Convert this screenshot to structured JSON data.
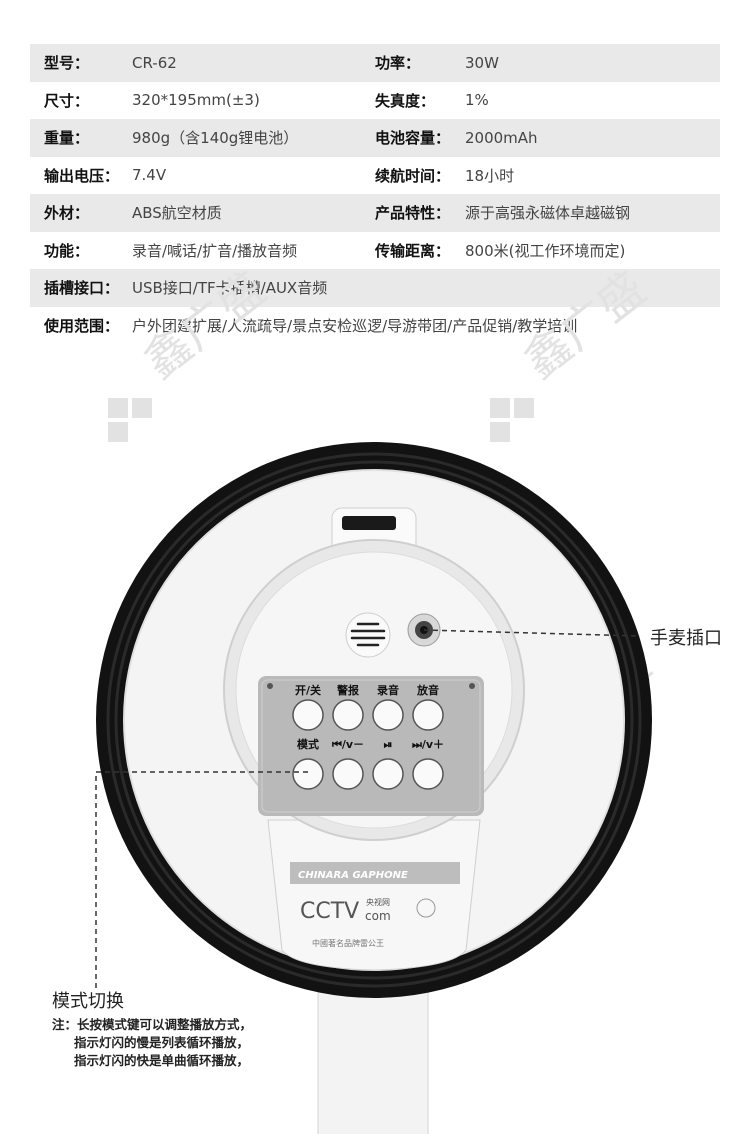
{
  "specs": [
    {
      "shade": true,
      "l_label": "型号：",
      "l_value": "CR-62",
      "r_label": "功率：",
      "r_value": "30W"
    },
    {
      "shade": false,
      "l_label": "尺寸：",
      "l_value": "320*195mm(±3)",
      "r_label": "失真度：",
      "r_value": "1%"
    },
    {
      "shade": true,
      "l_label": "重量：",
      "l_value": "980g（含140g锂电池）",
      "r_label": "电池容量：",
      "r_value": "2000mAh"
    },
    {
      "shade": false,
      "l_label": "输出电压：",
      "l_value": "7.4V",
      "r_label": "续航时间：",
      "r_value": "18小时"
    },
    {
      "shade": true,
      "l_label": "外材：",
      "l_value": "ABS航空材质",
      "r_label": "产品特性：",
      "r_value": "源于高强永磁体卓越磁钢"
    },
    {
      "shade": false,
      "l_label": "功能：",
      "l_value": "录音/喊话/扩音/播放音频",
      "r_label": "传输距离：",
      "r_value": "800米(视工作环境而定)"
    }
  ],
  "slot_row": {
    "label": "插槽接口：",
    "value": "USB接口/TF卡插槽/AUX音频"
  },
  "usage_row": {
    "label": "使用范围：",
    "value": "户外团建扩展/人流疏导/景点安检巡逻/导游带团/产品促销/教学培训"
  },
  "device": {
    "button_labels_top": [
      "开/关",
      "警报",
      "录音",
      "放音"
    ],
    "button_labels_mid": [
      "模式",
      "⏮/v－",
      "⏯",
      "⏭/v＋"
    ],
    "band_text": "CHINARA    GAPHONE",
    "brand_text": "CCTV",
    "brand_com": "com",
    "brand_sub": "央视网",
    "maker_text": "中國著名品牌雷公王"
  },
  "callouts": {
    "mic_port": "手麦插口",
    "mode_switch": "模式切换"
  },
  "note": {
    "line1": "注：长按模式键可以调整播放方式，",
    "line2": "指示灯闪的慢是列表循环播放，",
    "line3": "指示灯闪的快是单曲循环播放，"
  },
  "watermark": "鑫广盛",
  "colors": {
    "row_shade": "#e9e9e9",
    "horn_rim": "#111111",
    "horn_body": "#f4f4f4",
    "panel": "#b9b9b9"
  }
}
